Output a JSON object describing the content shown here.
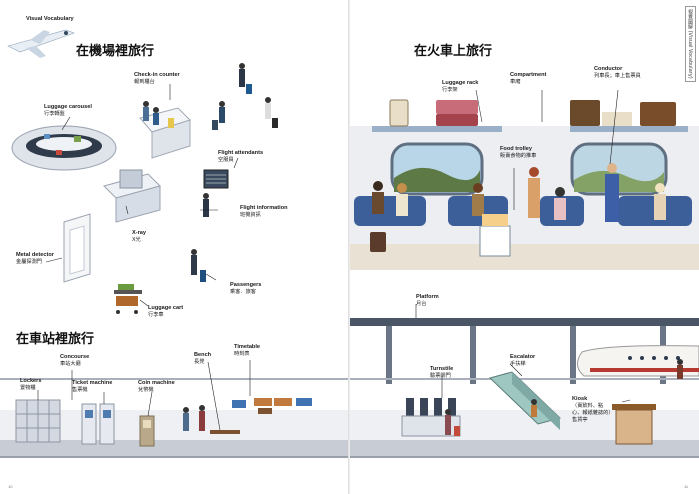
{
  "left": {
    "vocab_label": "Visual Vocabulary",
    "airport_title": "在機場裡旅行",
    "station_title": "在車站裡旅行",
    "page_number": "10",
    "airport_items": [
      {
        "en": "Check-in counter",
        "zh": "報到櫃台"
      },
      {
        "en": "Luggage carousel",
        "zh": "行李轉盤"
      },
      {
        "en": "Flight attendants",
        "zh": "空服員"
      },
      {
        "en": "Flight information",
        "zh": "班機資訊"
      },
      {
        "en": "X-ray",
        "zh": "X光"
      },
      {
        "en": "Metal detector",
        "zh": "金屬探測門"
      },
      {
        "en": "Passengers",
        "zh": "乘客．旅客"
      },
      {
        "en": "Luggage cart",
        "zh": "行李車"
      }
    ],
    "station_items": [
      {
        "en": "Concourse",
        "zh": "車站大廳"
      },
      {
        "en": "Lockers",
        "zh": "置物櫃"
      },
      {
        "en": "Ticket machine",
        "zh": "售票機"
      },
      {
        "en": "Coin machine",
        "zh": "兌幣機"
      },
      {
        "en": "Bench",
        "zh": "長凳"
      },
      {
        "en": "Timetable",
        "zh": "時刻表"
      }
    ]
  },
  "right": {
    "train_title": "在火車上旅行",
    "side_tab": "視覺圖解 (Visual Vocabulary)",
    "page_number": "11",
    "train_items": [
      {
        "en": "Luggage rack",
        "zh": "行李架"
      },
      {
        "en": "Compartment",
        "zh": "車廂"
      },
      {
        "en": "Conductor",
        "zh": "列車長；車上售票員"
      },
      {
        "en": "Food trolley",
        "zh": "販賣食物的推車"
      }
    ],
    "station_items": [
      {
        "en": "Platform",
        "zh": "月台"
      },
      {
        "en": "Turnstile",
        "zh": "驗票閘門"
      },
      {
        "en": "Escalator",
        "zh": "手扶梯"
      },
      {
        "en": "Kiosk",
        "zh": "（賣飲料、點心、報紙雜誌的）售貨亭"
      }
    ]
  },
  "colors": {
    "accent": "#1f6fa8",
    "floor": "#c8ccd4",
    "seat": "#3d5f99"
  }
}
